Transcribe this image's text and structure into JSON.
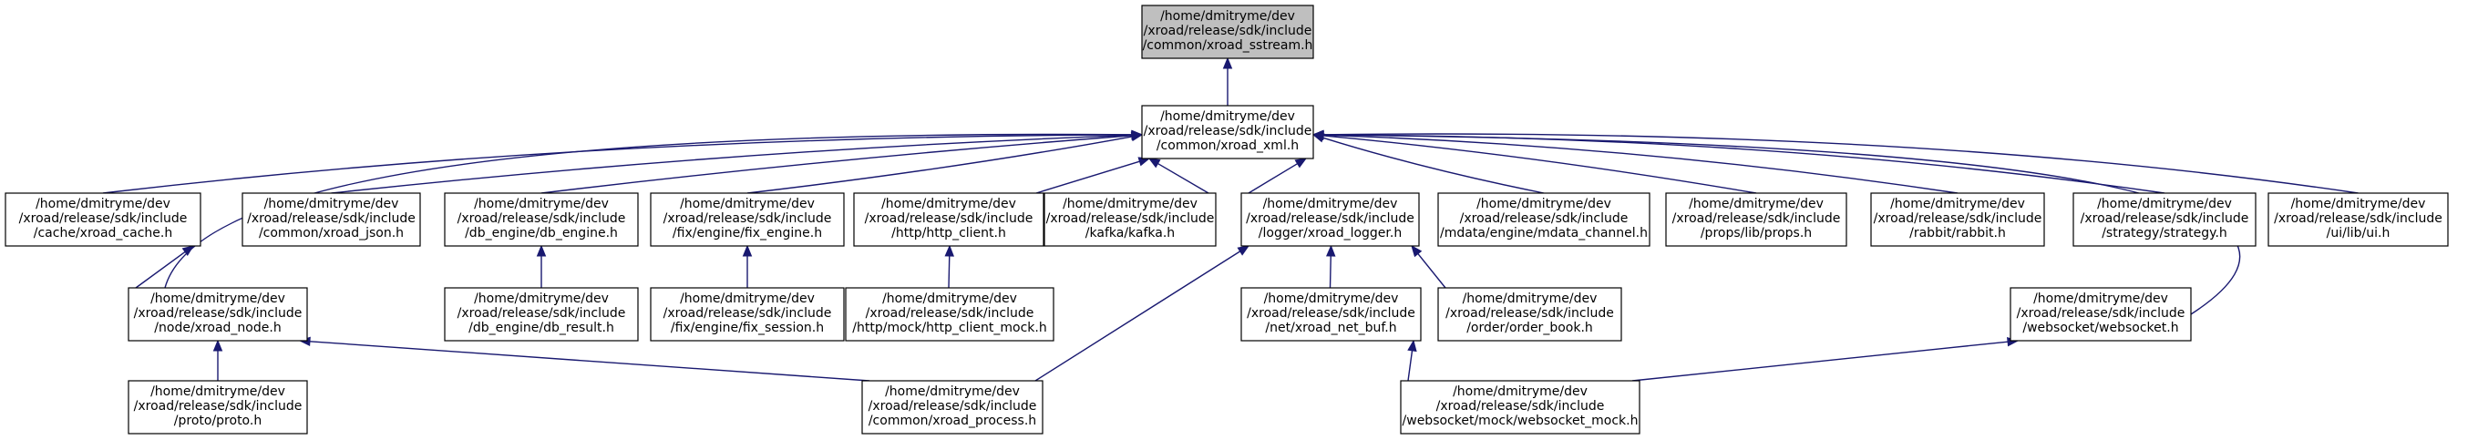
{
  "colors": {
    "edge": "#191970",
    "root_fill": "#bfbfbf",
    "node_fill": "#ffffff",
    "node_border": "#000000"
  },
  "nodes": {
    "sstream": {
      "lines": [
        "/home/dmitryme/dev",
        "/xroad/release/sdk/include",
        "/common/xroad_sstream.h"
      ],
      "highlighted": true
    },
    "xml": {
      "lines": [
        "/home/dmitryme/dev",
        "/xroad/release/sdk/include",
        "/common/xroad_xml.h"
      ]
    },
    "cache": {
      "lines": [
        "/home/dmitryme/dev",
        "/xroad/release/sdk/include",
        "/cache/xroad_cache.h"
      ]
    },
    "json": {
      "lines": [
        "/home/dmitryme/dev",
        "/xroad/release/sdk/include",
        "/common/xroad_json.h"
      ]
    },
    "db_engine": {
      "lines": [
        "/home/dmitryme/dev",
        "/xroad/release/sdk/include",
        "/db_engine/db_engine.h"
      ]
    },
    "fix_engine": {
      "lines": [
        "/home/dmitryme/dev",
        "/xroad/release/sdk/include",
        "/fix/engine/fix_engine.h"
      ]
    },
    "http_client": {
      "lines": [
        "/home/dmitryme/dev",
        "/xroad/release/sdk/include",
        "/http/http_client.h"
      ]
    },
    "kafka": {
      "lines": [
        "/home/dmitryme/dev",
        "/xroad/release/sdk/include",
        "/kafka/kafka.h"
      ]
    },
    "logger": {
      "lines": [
        "/home/dmitryme/dev",
        "/xroad/release/sdk/include",
        "/logger/xroad_logger.h"
      ]
    },
    "mdata": {
      "lines": [
        "/home/dmitryme/dev",
        "/xroad/release/sdk/include",
        "/mdata/engine/mdata_channel.h"
      ]
    },
    "props": {
      "lines": [
        "/home/dmitryme/dev",
        "/xroad/release/sdk/include",
        "/props/lib/props.h"
      ]
    },
    "rabbit": {
      "lines": [
        "/home/dmitryme/dev",
        "/xroad/release/sdk/include",
        "/rabbit/rabbit.h"
      ]
    },
    "strategy": {
      "lines": [
        "/home/dmitryme/dev",
        "/xroad/release/sdk/include",
        "/strategy/strategy.h"
      ]
    },
    "ui": {
      "lines": [
        "/home/dmitryme/dev",
        "/xroad/release/sdk/include",
        "/ui/lib/ui.h"
      ]
    },
    "node": {
      "lines": [
        "/home/dmitryme/dev",
        "/xroad/release/sdk/include",
        "/node/xroad_node.h"
      ]
    },
    "db_result": {
      "lines": [
        "/home/dmitryme/dev",
        "/xroad/release/sdk/include",
        "/db_engine/db_result.h"
      ]
    },
    "fix_session": {
      "lines": [
        "/home/dmitryme/dev",
        "/xroad/release/sdk/include",
        "/fix/engine/fix_session.h"
      ]
    },
    "http_mock": {
      "lines": [
        "/home/dmitryme/dev",
        "/xroad/release/sdk/include",
        "/http/mock/http_client_mock.h"
      ]
    },
    "net_buf": {
      "lines": [
        "/home/dmitryme/dev",
        "/xroad/release/sdk/include",
        "/net/xroad_net_buf.h"
      ]
    },
    "order_book": {
      "lines": [
        "/home/dmitryme/dev",
        "/xroad/release/sdk/include",
        "/order/order_book.h"
      ]
    },
    "websocket": {
      "lines": [
        "/home/dmitryme/dev",
        "/xroad/release/sdk/include",
        "/websocket/websocket.h"
      ]
    },
    "proto": {
      "lines": [
        "/home/dmitryme/dev",
        "/xroad/release/sdk/include",
        "/proto/proto.h"
      ]
    },
    "process": {
      "lines": [
        "/home/dmitryme/dev",
        "/xroad/release/sdk/include",
        "/common/xroad_process.h"
      ]
    },
    "ws_mock": {
      "lines": [
        "/home/dmitryme/dev",
        "/xroad/release/sdk/include",
        "/websocket/mock/websocket_mock.h"
      ]
    }
  },
  "edges": [
    {
      "from": "xml",
      "to": "sstream"
    },
    {
      "from": "cache",
      "to": "xml"
    },
    {
      "from": "json",
      "to": "xml"
    },
    {
      "from": "db_engine",
      "to": "xml"
    },
    {
      "from": "fix_engine",
      "to": "xml"
    },
    {
      "from": "http_client",
      "to": "xml"
    },
    {
      "from": "kafka",
      "to": "xml"
    },
    {
      "from": "logger",
      "to": "xml"
    },
    {
      "from": "mdata",
      "to": "xml"
    },
    {
      "from": "props",
      "to": "xml"
    },
    {
      "from": "rabbit",
      "to": "xml"
    },
    {
      "from": "strategy",
      "to": "xml"
    },
    {
      "from": "ui",
      "to": "xml"
    },
    {
      "from": "node",
      "to": "xml"
    },
    {
      "from": "websocket",
      "to": "xml"
    },
    {
      "from": "node",
      "to": "cache"
    },
    {
      "from": "db_result",
      "to": "db_engine"
    },
    {
      "from": "fix_session",
      "to": "fix_engine"
    },
    {
      "from": "http_mock",
      "to": "http_client"
    },
    {
      "from": "net_buf",
      "to": "logger"
    },
    {
      "from": "order_book",
      "to": "logger"
    },
    {
      "from": "process",
      "to": "logger"
    },
    {
      "from": "proto",
      "to": "node"
    },
    {
      "from": "process",
      "to": "node"
    },
    {
      "from": "ws_mock",
      "to": "net_buf"
    },
    {
      "from": "ws_mock",
      "to": "websocket"
    }
  ]
}
